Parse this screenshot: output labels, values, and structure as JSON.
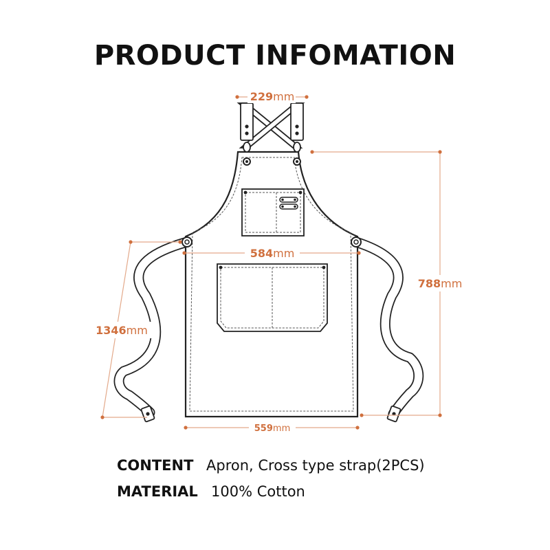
{
  "title": "PRODUCT INFOMATION",
  "dimensions": {
    "strap_width": {
      "value": "229",
      "unit": "mm"
    },
    "chest_width": {
      "value": "584",
      "unit": "mm"
    },
    "bottom_width": {
      "value": "559",
      "unit": "mm"
    },
    "apron_length": {
      "value": "788",
      "unit": "mm"
    },
    "tie_length": {
      "value": "1346",
      "unit": "mm"
    }
  },
  "specs": {
    "content": {
      "label": "CONTENT",
      "value": "Apron,  Cross type strap(2PCS)"
    },
    "material": {
      "label": "MATERIAL",
      "value": "100% Cotton"
    }
  },
  "colors": {
    "accent": "#d0703e",
    "outline": "#222222",
    "dimension_line": "#e3a98a"
  }
}
